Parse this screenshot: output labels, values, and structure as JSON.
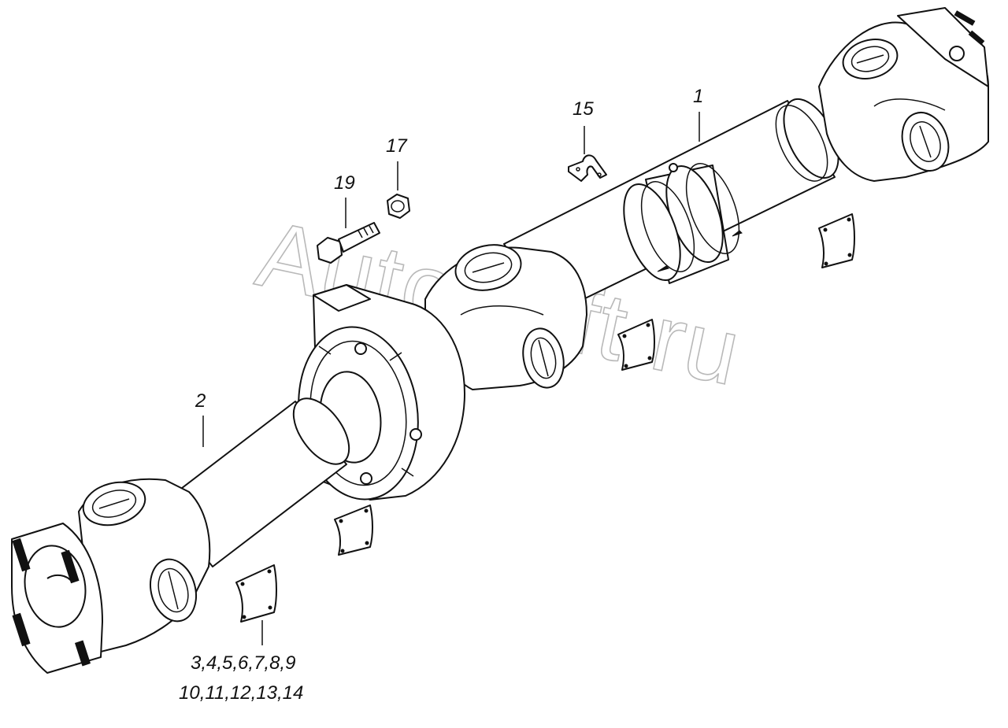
{
  "watermark": "AutoSoft.ru",
  "callouts": {
    "c1": "1",
    "c2": "2",
    "c15": "15",
    "c17": "17",
    "c19": "19",
    "c_list_line1": "3,4,5,6,7,8,9",
    "c_list_line2": "10,11,12,13,14"
  },
  "icons": [
    "bolt-icon",
    "nut-icon",
    "clamp-icon",
    "balance-plate-icon",
    "cross-joint-icon",
    "flange-icon"
  ],
  "colors": {
    "line": "#111111",
    "background": "#ffffff",
    "watermark": "#b9b9b9"
  }
}
